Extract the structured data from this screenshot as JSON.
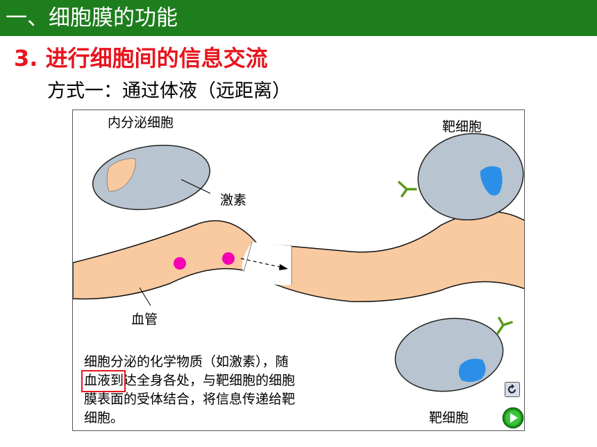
{
  "header": {
    "title": "一、细胞膜的功能"
  },
  "section": {
    "title": "3. 进行细胞间的信息交流"
  },
  "method": {
    "text": "方式一：通过体液（远距离）"
  },
  "diagram": {
    "endocrine_cell_label": "内分泌细胞",
    "target_cell_top_label": "靶细胞",
    "hormone_label": "激素",
    "vessel_label": "血管",
    "target_cell_bottom_label": "靶细胞",
    "description_lines": [
      "细胞分泌的化学物质（如激素），随",
      "血液到达全身各处，与靶细胞的细胞",
      "膜表面的受体结合，将信息传递给靶",
      "细胞。"
    ]
  },
  "colors": {
    "header_bg": "#1e7e1e",
    "section_title": "#e8141e",
    "cell_fill": "#b8c4cf",
    "vessel_fill": "#f9c9a0",
    "hormone": "#f500b4",
    "nucleus_blue": "#2b8fe8",
    "receptor": "#5a9a1a"
  },
  "controls": {
    "replay_icon": "replay-icon",
    "play_icon": "play-icon"
  }
}
